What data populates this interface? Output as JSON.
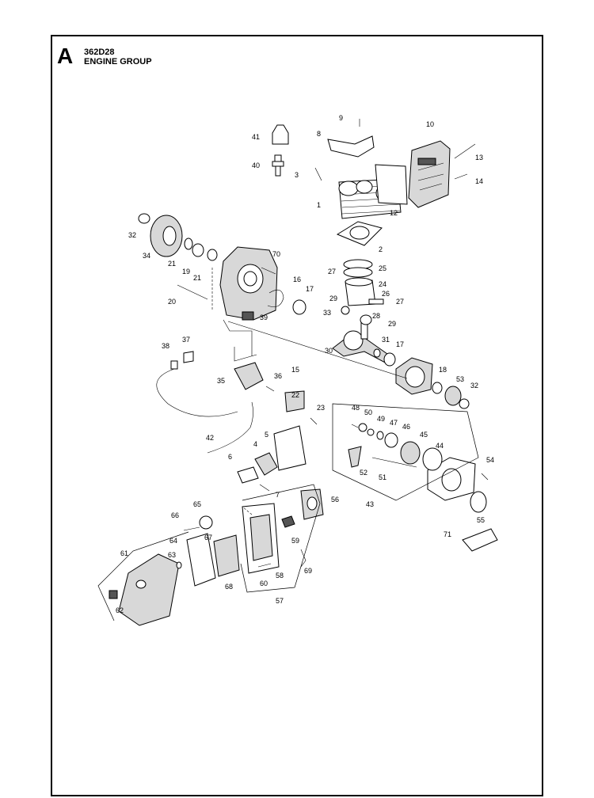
{
  "header": {
    "section_letter": "A",
    "model": "362D28",
    "group_title": "ENGINE GROUP"
  },
  "part_numbers": {
    "p1": "1",
    "p2": "2",
    "p3": "3",
    "p4": "4",
    "p5": "5",
    "p6": "6",
    "p7": "7",
    "p8": "8",
    "p9": "9",
    "p10": "10",
    "p12": "12",
    "p13": "13",
    "p14": "14",
    "p15": "15",
    "p16": "16",
    "p17a": "17",
    "p17b": "17",
    "p18": "18",
    "p19": "19",
    "p20": "20",
    "p21a": "21",
    "p21b": "21",
    "p22": "22",
    "p23": "23",
    "p24": "24",
    "p25": "25",
    "p26": "26",
    "p27a": "27",
    "p27b": "27",
    "p28": "28",
    "p29a": "29",
    "p29b": "29",
    "p30": "30",
    "p31": "31",
    "p32a": "32",
    "p32b": "32",
    "p33": "33",
    "p34": "34",
    "p35": "35",
    "p36": "36",
    "p37": "37",
    "p38": "38",
    "p39": "39",
    "p40": "40",
    "p41": "41",
    "p42": "42",
    "p43": "43",
    "p44": "44",
    "p45": "45",
    "p46": "46",
    "p47": "47",
    "p48": "48",
    "p49": "49",
    "p50": "50",
    "p51": "51",
    "p52": "52",
    "p53": "53",
    "p54": "54",
    "p55": "55",
    "p56": "56",
    "p57": "57",
    "p58": "58",
    "p59": "59",
    "p60": "60",
    "p61": "61",
    "p62": "62",
    "p63": "63",
    "p64": "64",
    "p65": "65",
    "p66": "66",
    "p67": "67",
    "p68": "68",
    "p69": "69",
    "p70": "70",
    "p71": "71"
  }
}
